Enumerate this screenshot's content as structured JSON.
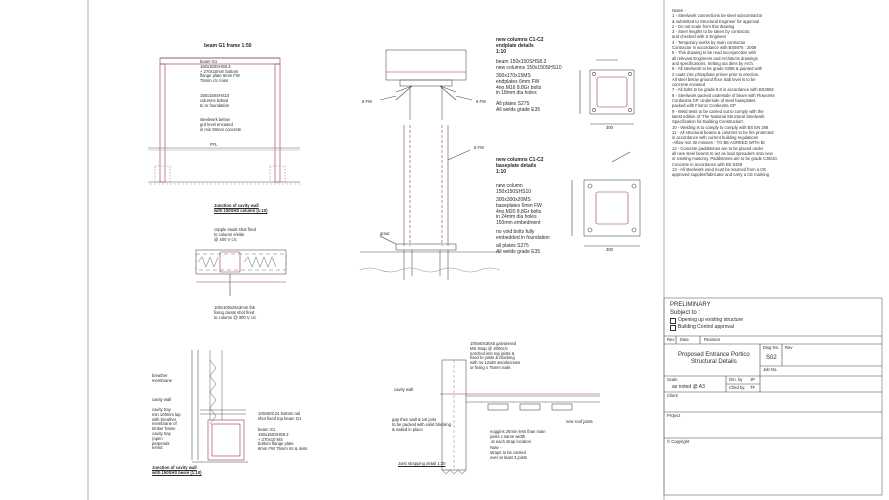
{
  "drawing_titles": {
    "beam_g1_frame": "beam G1 frame 1:50",
    "columns_endplate": "new columns C1-C2\nendplate details\n1:10",
    "columns_baseplate": "new columns C1-C2\nbaseplate details\n1:10",
    "junction_top": "Junction of cavity wall\nwith 150SHS column (1:10)",
    "junction_bottom": "Junction of cavity wall\nwith 150SHS beam (1:10)",
    "joist_strapping": "Joist strapping detail 1:20"
  },
  "beam_frame": {
    "spec": "beam G1\n150x150SHS8.3\n+ 270x10mm bottom\nflange plate 6mm FW\n75mm c/c miss",
    "columns": "150x150SHS10\ncolumns bolted\nto re foundation",
    "steelwork": "steelwork below\ngrd level encased\nin min 50mm concrete",
    "ffl": "FFL"
  },
  "endplate": {
    "columns_spec": "beam 150x150SHS8.3\nnew columns 150x150SHS10",
    "plates": "300x170x15MS\nendplates 6mm FW\n4no.M16 8.8Gr bolts\nin 18mm dia holes",
    "grades": "All plates S275\nAll welds grade E35",
    "fw_left": "6 FW",
    "fw_right": "6 FW",
    "dim_300": "300"
  },
  "baseplate": {
    "column": "new column\n150x150SHS10",
    "plate": "300x300x20MS\nbaseplates 6mm FW\n4no.M20 8.8Gr bolts\nin 24mm dia holes\n150mm embedment",
    "voids": "no void bolts fully\nembedded in foundation",
    "grades": "all plates S275\nAll welds grade E35",
    "fw": "6 FW",
    "grout": "grout",
    "dim_300": "300"
  },
  "junction_top": {
    "studs": "cripple studs shot fired\nto column e/side\n@ 400 V c/c",
    "cleats": "100x100x25x3mm thk\nfixing cleats shot fired\nto column @ 300 V c/c"
  },
  "junction_bottom": {
    "breather": "breather\nmembrane",
    "cavity_wall": "cavity wall",
    "tray": "cavity tray\nmin 100mm lap\nwith breather\nmembrane of\ntimber frame",
    "tray2": "cavity tray\n(open\nperpends\ne/end",
    "rail": "100x50C24 bottom rail\nshot fixed top beam G1",
    "beam": "beam G1\n150x150SHS8.3\n+ 270x10 MS\nbottom flange plate\n6mm FW 75mm Int & miss"
  },
  "joist": {
    "strap": "100x60x30x5 galvanised\nMS strap @ 2000c/c\nnotched into top joists &\nfixed to joists & blocking\nwith no 12x50 woodscrews\nor fixing x 75mm nails",
    "cavity": "cavity wall",
    "gap": "gap then wall & 1st joist\nto be packed with solid blocking\n& nailed in place",
    "noggins": "noggins 25mm less than main\njoists x same width\n at each strap location",
    "note": "Note -\nstraps to be carried\nover at least 3 joists",
    "new_roof": "new roof joists"
  },
  "notes_heading": "Notes -",
  "notes": [
    "1 - Steelwork connections be steel subcontractor",
    "& submitted to Structural Engineer for approval",
    "2 - Do not scale from this drawing",
    "3 - Steel lengths to be taken by contractor,",
    "and checked with S Engineer",
    "4 - Temporary works by main contractor",
    "Contractor in accordance with BS5975 : 2008",
    "5 - This drawing to be read inconjunction with",
    "all relevant Engineers and Architects drawings",
    "and specifications. Setting out dims by Arch.",
    "6 - All steelwork to be grade S355 & painted with",
    "2 coats zinc phosphate primer prior to erection.",
    "All steel below ground floor slab level is to be",
    "concrete encased",
    "7 - All bolts to be grade 8.8 in accordance with BS3692",
    "8 - Steelwork packed underside of beam with Flowcrete",
    "Conbextra GP. Underside of steel baseplates",
    "packed with Fosroc Conbextra GP",
    "9 - Weld tests to be carried out to comply with the",
    "latest edition of 'The National Structural Steelwork",
    "Specification for Building Construction'.",
    "10 - Welding is to comply to comply with BS EN 288",
    "11 - All structural beams & columns to be fire protected",
    "in accordance with current building regulations",
    "-Allow min 30 minutes - TO BE AGREED WITH BI",
    "12 - Concrete paddstones are to be placed under",
    "all new steel beams to act as load spreaders onto new",
    "or existing masonry. Paddstones are to be grade C35/10.",
    "Concrete in accordance with BS 5328",
    "13 - All steelwork used must be sourced from a CE",
    "approved supplier/fabricator and carry a CE marking"
  ],
  "title_block": {
    "preliminary": "PRELIMINARY",
    "subject_to": "Subject to :",
    "items": [
      "Opening up existing structure",
      "Building Control approval"
    ],
    "rev": "Rev",
    "date": "Date",
    "revision": "Revision",
    "dwg_no_label": "Dwg No.",
    "dwg_no": "S02",
    "rev_label": "Rev",
    "project_title": "Proposed Entrance Portico\nStructural Details",
    "job_no_label": "Job No.",
    "scale_label": "Scale",
    "scale_value": "as noted @ A3",
    "drn_label": "Drn. by",
    "drn_value": "JP",
    "chkd_label": "Chkd by.",
    "chkd_value": "TF",
    "client_label": "Client",
    "project_label": "Project",
    "copyright": "© Copyright"
  }
}
